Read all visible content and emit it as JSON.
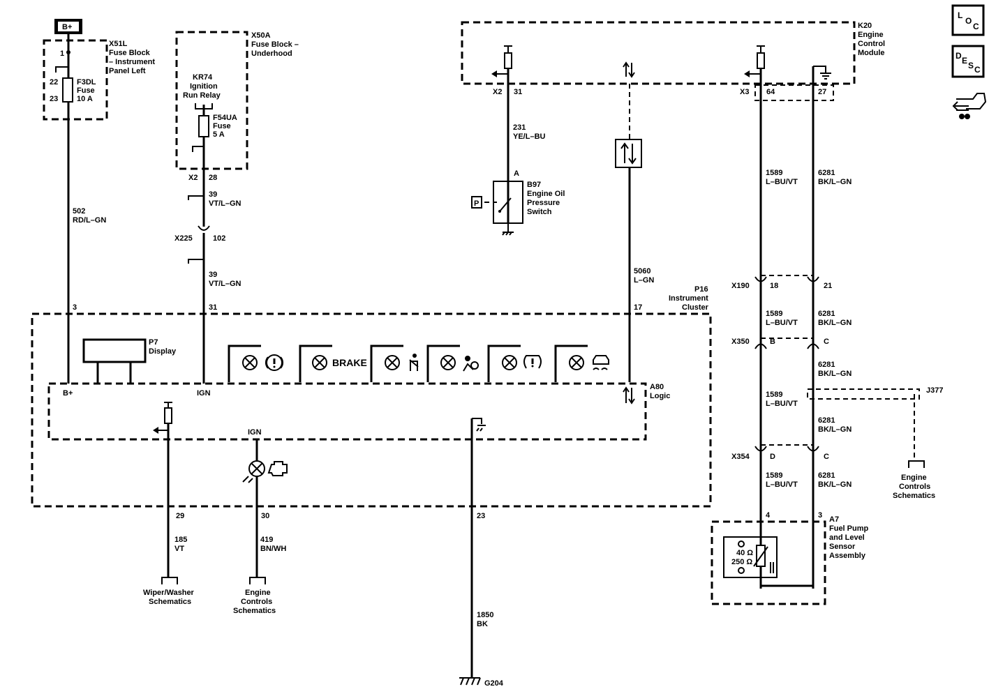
{
  "power": {
    "battery_label": "B+"
  },
  "fuse_block_ip": {
    "id": "X51L",
    "name_lines": [
      "Fuse Block",
      "– Instrument",
      "Panel Left"
    ],
    "pin_top": "1",
    "pin_22": "22",
    "pin_23": "23",
    "fuse_id": "F3DL",
    "fuse_word": "Fuse",
    "fuse_rating": "10 A"
  },
  "fuse_block_uh": {
    "id": "X50A",
    "name_lines": [
      "Fuse Block –",
      "Underhood"
    ],
    "relay_lines": [
      "KR74",
      "Ignition",
      "Run Relay"
    ],
    "fuse_id": "F54UA",
    "fuse_word": "Fuse",
    "fuse_rating": "5 A",
    "connector": "X2",
    "pin": "28"
  },
  "ecm": {
    "id": "K20",
    "name_lines": [
      "Engine",
      "Control",
      "Module"
    ]
  },
  "wires": {
    "w502": {
      "circuit": "502",
      "color": "RD/L–GN"
    },
    "w39a": {
      "circuit": "39",
      "color": "VT/L–GN"
    },
    "w39b": {
      "circuit": "39",
      "color": "VT/L–GN"
    },
    "w231": {
      "circuit": "231",
      "color": "YE/L–BU"
    },
    "w5060": {
      "circuit": "5060",
      "color": "L–GN"
    },
    "w1589a": {
      "circuit": "1589",
      "color": "L–BU/VT"
    },
    "w1589b": {
      "circuit": "1589",
      "color": "L–BU/VT"
    },
    "w1589c": {
      "circuit": "1589",
      "color": "L–BU/VT"
    },
    "w1589d": {
      "circuit": "1589",
      "color": "L–BU/VT"
    },
    "w6281a": {
      "circuit": "6281",
      "color": "BK/L–GN"
    },
    "w6281b": {
      "circuit": "6281",
      "color": "BK/L–GN"
    },
    "w6281c": {
      "circuit": "6281",
      "color": "BK/L–GN"
    },
    "w6281d": {
      "circuit": "6281",
      "color": "BK/L–GN"
    },
    "w6281e": {
      "circuit": "6281",
      "color": "BK/L–GN"
    },
    "w185": {
      "circuit": "185",
      "color": "VT"
    },
    "w419": {
      "circuit": "419",
      "color": "BN/WH"
    },
    "w1850": {
      "circuit": "1850",
      "color": "BK"
    }
  },
  "connectors": {
    "x225": {
      "id": "X225",
      "pin": "102"
    },
    "ecm_x2": {
      "id": "X2",
      "pin": "31"
    },
    "ecm_x3": {
      "id": "X3",
      "pin_a": "64",
      "pin_b": "27"
    },
    "x190": {
      "id": "X190",
      "pin_a": "18",
      "pin_b": "21"
    },
    "x350": {
      "id": "X350",
      "pin_a": "B",
      "pin_b": "C"
    },
    "x354": {
      "id": "X354",
      "pin_a": "D",
      "pin_b": "C"
    },
    "switch_pin": "A",
    "cluster_pins": {
      "p3": "3",
      "p31": "31",
      "p17": "17",
      "p29": "29",
      "p30": "30",
      "p23": "23"
    },
    "pump_pins": {
      "p4": "4",
      "p3": "3"
    }
  },
  "oil_switch": {
    "lines": [
      "B97",
      "Engine Oil",
      "Pressure",
      "Switch"
    ],
    "symbol": "P"
  },
  "cluster": {
    "name_lines": [
      "P16",
      "Instrument",
      "Cluster"
    ],
    "display_lines": [
      "P7",
      "Display"
    ],
    "logic_lines": [
      "A80",
      "Logic"
    ],
    "pin_bplus": "B+",
    "pin_ign": "IGN",
    "ign_label": "IGN",
    "brake_text": "BRAKE"
  },
  "splice": {
    "id": "J377"
  },
  "ground": {
    "id": "G204"
  },
  "fuel_pump": {
    "lines": [
      "A7",
      "Fuel Pump",
      "and Level",
      "Sensor",
      "Assembly"
    ],
    "v40": "40 Ω",
    "v250": "250 Ω"
  },
  "refs": {
    "wiper": [
      "Wiper/Washer",
      "Schematics"
    ],
    "engine_left": [
      "Engine",
      "Controls",
      "Schematics"
    ],
    "engine_right": [
      "Engine",
      "Controls",
      "Schematics"
    ]
  },
  "side_icons": {
    "loc": {
      "l": "L",
      "o": "O",
      "c": "C"
    },
    "desc": {
      "d": "D",
      "e": "E",
      "s": "S",
      "c": "C"
    },
    "back_icon": "back-arrow-icon"
  }
}
